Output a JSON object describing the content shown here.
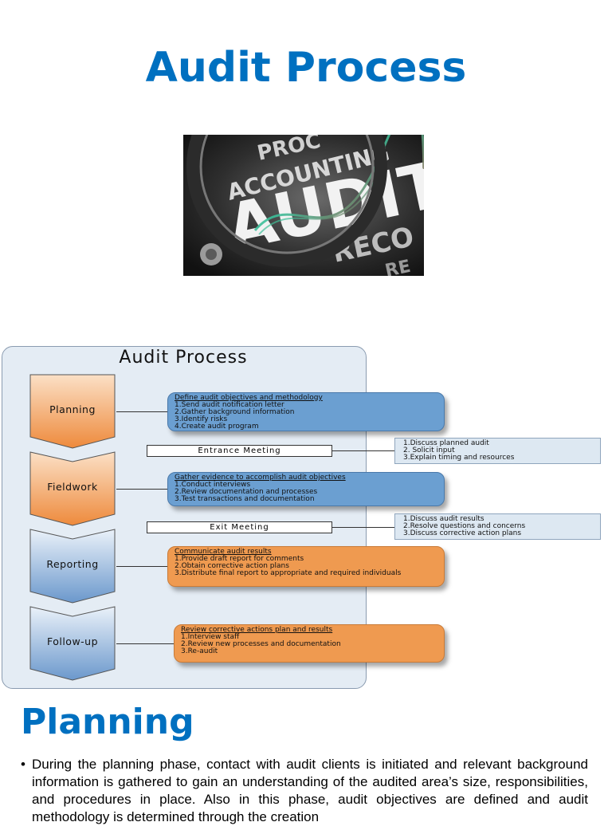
{
  "page": {
    "title": "Audit Process"
  },
  "photo": {
    "words": [
      "PROC",
      "ACCOUNTING",
      "AUDIT",
      "RECO",
      "RE"
    ],
    "icon": "magnifying-glass-icon"
  },
  "diagram": {
    "title": "Audit Process",
    "phases": [
      {
        "label": "Planning",
        "color": "#f4a96a"
      },
      {
        "label": "Fieldwork",
        "color": "#f4a96a"
      },
      {
        "label": "Reporting",
        "color": "#7fa7d3"
      },
      {
        "label": "Follow-up",
        "color": "#7fa7d3"
      }
    ],
    "boxes": [
      {
        "header": "Define audit objectives and methodology",
        "items": [
          "1.Send audit notification letter",
          "2.Gather background information",
          "3.Identify risks",
          "4.Create audit program"
        ]
      },
      {
        "header": "Gather evidence to accomplish audit objectives",
        "items": [
          "1.Conduct interviews",
          "2.Review documentation and processes",
          "3.Test transactions and documentation"
        ]
      },
      {
        "header": "Communicate audit results",
        "items": [
          "1.Provide draft report for comments",
          "2.Obtain corrective action plans",
          "3.Distribute final report to appropriate and required individuals"
        ]
      },
      {
        "header": "Review corrective actions plan and results",
        "items": [
          "1.Interview staff",
          "2.Review new processes and documentation",
          "3.Re-audit"
        ]
      }
    ],
    "meetings": [
      {
        "label": "Entrance Meeting",
        "items": [
          "1.Discuss planned audit",
          "2. Solicit input",
          "3.Explain timing and resources"
        ]
      },
      {
        "label": "Exit Meeting",
        "items": [
          "1.Discuss audit results",
          "2.Resolve questions and concerns",
          "3.Discuss corrective action plans"
        ]
      }
    ]
  },
  "section": {
    "heading": "Planning",
    "bullet": "During the planning phase, contact with audit clients is initiated and relevant background information is gathered to gain an understanding of the audited area’s size, responsibilities, and procedures in place.  Also in this phase, audit objectives are defined and audit methodology is determined through the creation"
  }
}
